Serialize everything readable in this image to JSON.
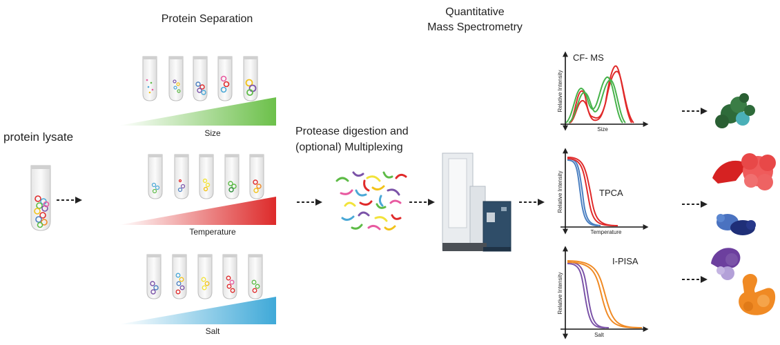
{
  "labels": {
    "protein_lysate": "protein lysate",
    "protein_separation": "Protein Separation",
    "size": "Size",
    "temperature": "Temperature",
    "salt": "Salt",
    "digestion_line1": "Protease digestion and",
    "digestion_line2": "(optional) Multiplexing",
    "ms_line1": "Quantitative",
    "ms_line2": "Mass Spectrometry"
  },
  "plots": {
    "cfms": {
      "title": "CF- MS",
      "xlabel": "Size",
      "ylabel": "Relative Intensity"
    },
    "tpca": {
      "title": "TPCA",
      "xlabel": "Temperature",
      "ylabel": "Relative Intensity"
    },
    "ipisa": {
      "title": "I-PISA",
      "xlabel": "Salt",
      "ylabel": "Relative Intensity"
    }
  },
  "colors": {
    "green": "#5dbb46",
    "red": "#e02a2a",
    "blue": "#4a7fc1",
    "purple": "#7b53a8",
    "orange": "#f08a24",
    "cyan": "#4aa8d6",
    "yellow": "#f2e33a"
  }
}
